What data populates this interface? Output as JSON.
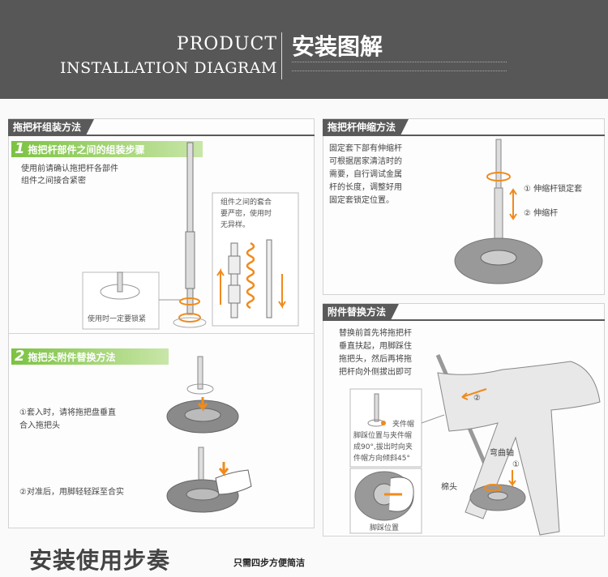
{
  "header": {
    "product": "PRODUCT",
    "subtitle": "INSTALLATION DIAGRAM",
    "title_cn": "安装图解"
  },
  "section1": {
    "tab": "拖把杆组装方法",
    "step1": {
      "num": "1",
      "title": "拖把杆部件之间的组装步骤",
      "desc1": "使用前请确认拖把杆各部件",
      "desc2": "组件之间接合紧密"
    },
    "callout": {
      "l1": "组件之间的套合",
      "l2": "要严密，使用时",
      "l3": "无异样。"
    },
    "lock_note": "使用时一定要锁紧",
    "step2": {
      "num": "2",
      "title": "拖把头附件替换方法",
      "note1a": "①套入时，请将拖把盘垂直",
      "note1b": "合入拖把头",
      "note2": "②对准后，用脚轻轻踩至合实"
    }
  },
  "section2": {
    "tab": "拖把杆伸缩方法",
    "desc": [
      "固定套下部有伸缩杆",
      "可根据居家清洁时的",
      "需要，自行调试金属",
      "杆的长度，调整好用",
      "固定套锁定位置。"
    ],
    "label1": "① 伸缩杆锁定套",
    "label2": "② 伸缩杆"
  },
  "section3": {
    "tab": "附件替换方法",
    "desc": [
      "替换前首先将拖把杆",
      "垂直扶起，用脚踩住",
      "拖把头，然后再将拖",
      "把杆向外侧拔出即可"
    ],
    "clip": "夹件帽",
    "inset": [
      "脚踩位置与夹件帽",
      "成90°,拔出时向夹",
      "件帽方向倾斜45°"
    ],
    "foot_pos": "脚踩位置",
    "curved": "弯曲轴",
    "mophead": "棉头",
    "num1": "①",
    "num2": "②"
  },
  "footer": {
    "title": "安装使用步奏",
    "note": "只需四步方便简洁"
  },
  "colors": {
    "header_bg": "#575757",
    "tab_bg": "#5a5a5a",
    "step_green": "#7cc242",
    "arrow_orange": "#f08a1c"
  }
}
